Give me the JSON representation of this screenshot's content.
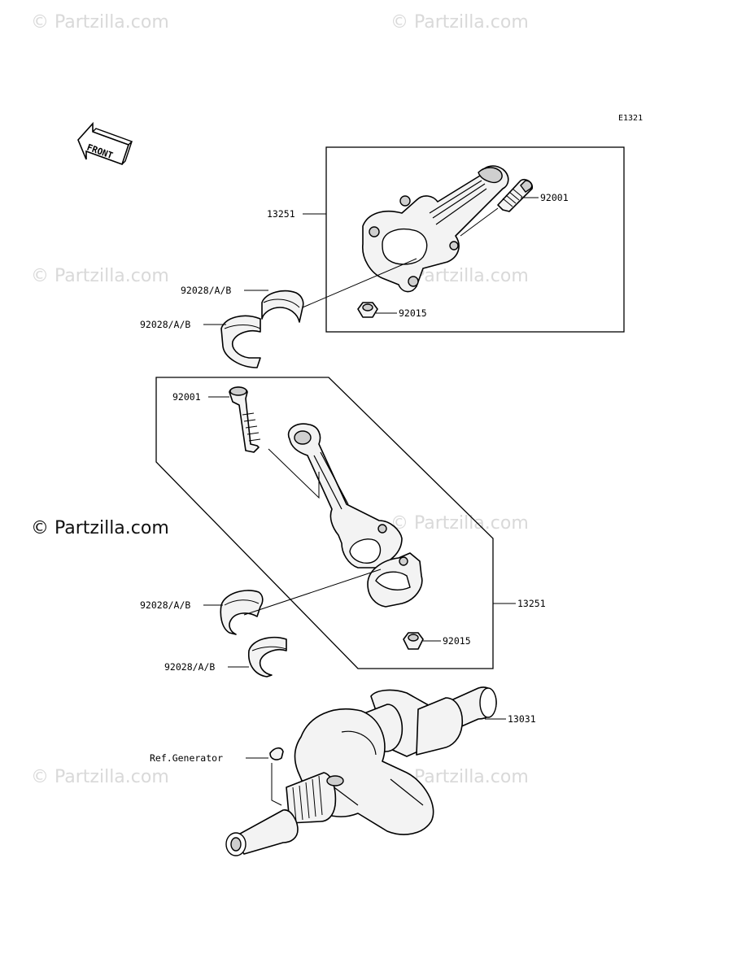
{
  "diagram_code": "E1321",
  "front_label": "FRONT",
  "watermark_main": "© Partzilla.com",
  "watermark_faint": "© Partzilla.com",
  "callouts": {
    "conrod_assy_top": "13251",
    "bolt_top": "92001",
    "bearing_top_1": "92028/A/B",
    "bearing_top_2": "92028/A/B",
    "nut_top": "92015",
    "bolt_bottom": "92001",
    "conrod_assy_bottom": "13251",
    "bearing_bottom_1": "92028/A/B",
    "bearing_bottom_2": "92028/A/B",
    "nut_bottom": "92015",
    "crankshaft": "13031",
    "key_ref": "Ref.Generator"
  }
}
